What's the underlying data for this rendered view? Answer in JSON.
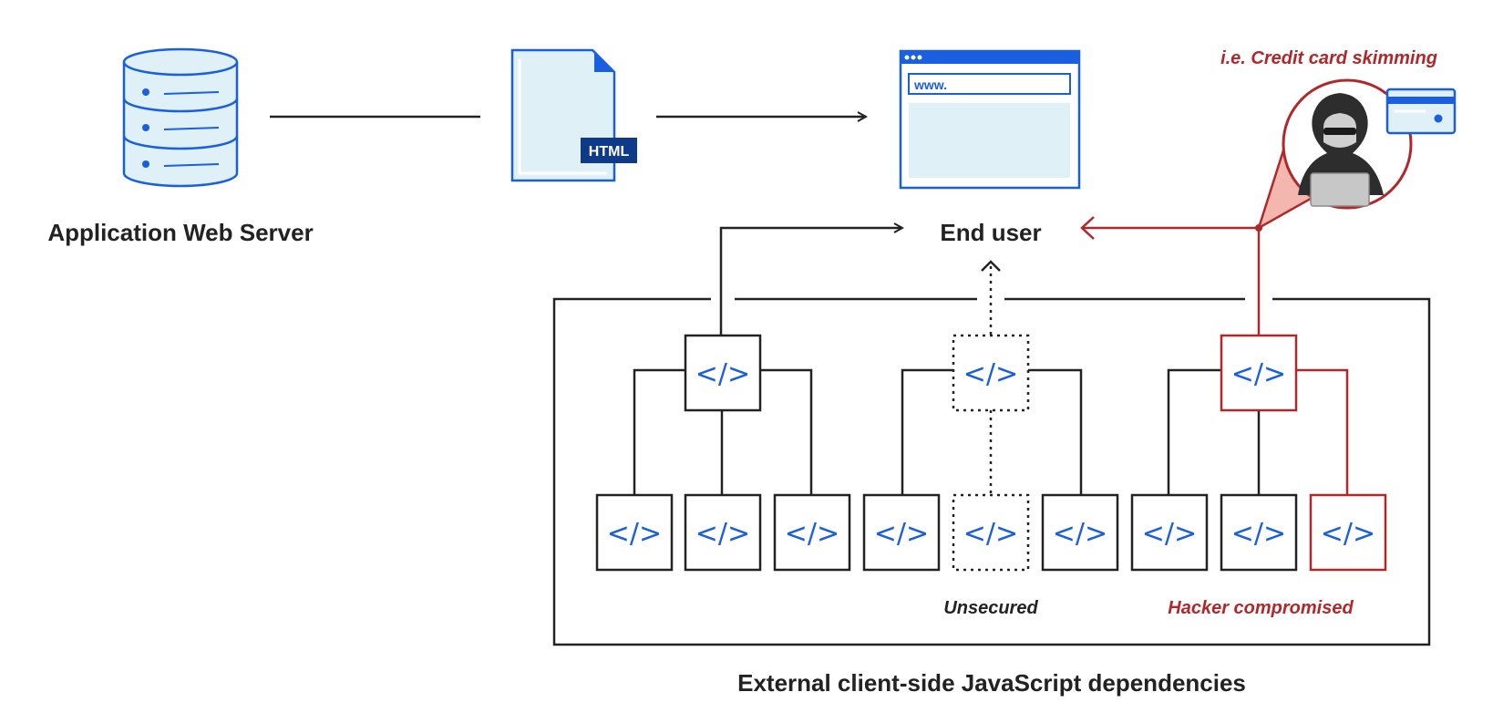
{
  "labels": {
    "server": "Application Web Server",
    "end_user": "End user",
    "dependencies": "External client-side JavaScript dependencies",
    "unsecured": "Unsecured",
    "hacker": "Hacker compromised",
    "skimming": "i.e. Credit card skimming"
  },
  "file_badge": "HTML",
  "browser_url": "www.",
  "code_glyph": "</>",
  "colors": {
    "ink": "#222222",
    "blue": "#1a5fe0",
    "light_blue": "#dff1f7",
    "navy": "#0e3a8a",
    "red": "#b1282b",
    "pink": "#f3b7b0"
  },
  "icons": [
    "database-icon",
    "html-file-icon",
    "browser-window-icon",
    "hacker-icon",
    "credit-card-icon",
    "code-icon"
  ]
}
